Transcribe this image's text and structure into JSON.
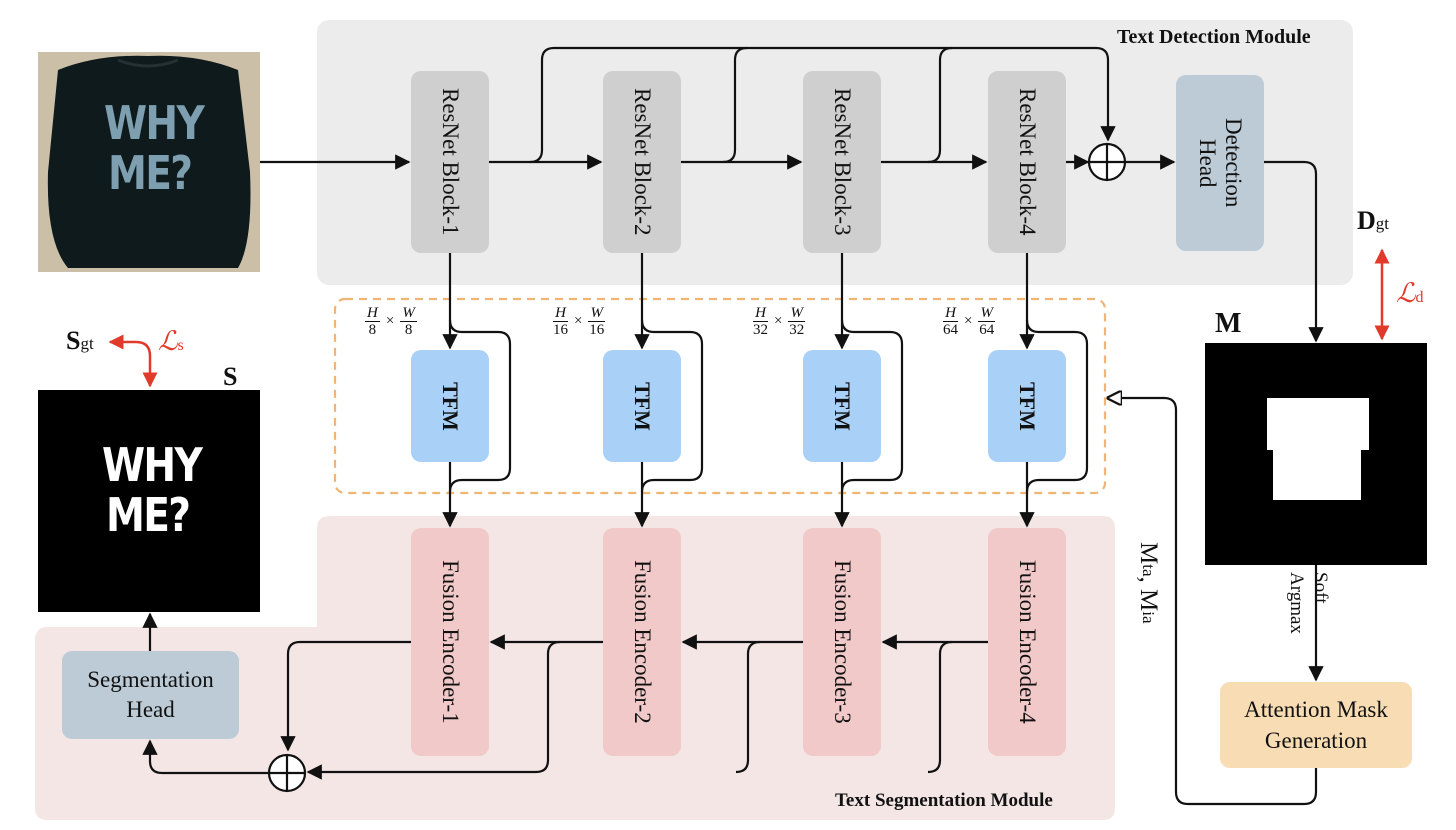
{
  "modules": {
    "detection_title": "Text Detection Module",
    "segmentation_title": "Text Segmentation Module"
  },
  "resnet_blocks": [
    "ResNet Block-1",
    "ResNet Block-2",
    "ResNet Block-3",
    "ResNet Block-4"
  ],
  "detection_head": "Detection Head",
  "tfm_blocks": [
    "TFM",
    "TFM",
    "TFM",
    "TFM"
  ],
  "scales": [
    {
      "num": "H",
      "den": "8",
      "num2": "W",
      "den2": "8"
    },
    {
      "num": "H",
      "den": "16",
      "num2": "W",
      "den2": "16"
    },
    {
      "num": "H",
      "den": "32",
      "num2": "W",
      "den2": "32"
    },
    {
      "num": "H",
      "den": "64",
      "num2": "W",
      "den2": "64"
    }
  ],
  "fusion_encoders": [
    "Fusion Encoder-1",
    "Fusion Encoder-2",
    "Fusion Encoder-3",
    "Fusion Encoder-4"
  ],
  "segmentation_head": {
    "line1": "Segmentation",
    "line2": "Head"
  },
  "attention_mask": {
    "line1": "Attention Mask",
    "line2": "Generation"
  },
  "input_image_text": {
    "line1": "WHY",
    "line2": "ME?"
  },
  "output_image_text": {
    "line1": "WHY",
    "line2": "ME?"
  },
  "symbols": {
    "S": "S",
    "M": "M",
    "S_gt": "S",
    "S_gt_sub": "gt",
    "L_s": "ℒ",
    "L_s_sub": "s",
    "D_gt": "D",
    "D_gt_sub": "gt",
    "L_d": "ℒ",
    "L_d_sub": "d",
    "mask_pair": "M",
    "mask_pair_sub1": "ta",
    "mask_pair_sep": ", M",
    "mask_pair_sub2": "ia",
    "times": "×"
  },
  "soft_argmax": {
    "line1": "Soft",
    "line2": "Argmax"
  },
  "colors": {
    "detection_bg": "#ececec",
    "segmentation_bg": "#f5e6e6",
    "resnet": "#cfcfcf",
    "tfm": "#a9d1f7",
    "fusion": "#f2c9c9",
    "head": "#bccbd6",
    "attention": "#f7dcb4",
    "dashed": "#f0b473",
    "loss_red": "#e03a2b"
  }
}
